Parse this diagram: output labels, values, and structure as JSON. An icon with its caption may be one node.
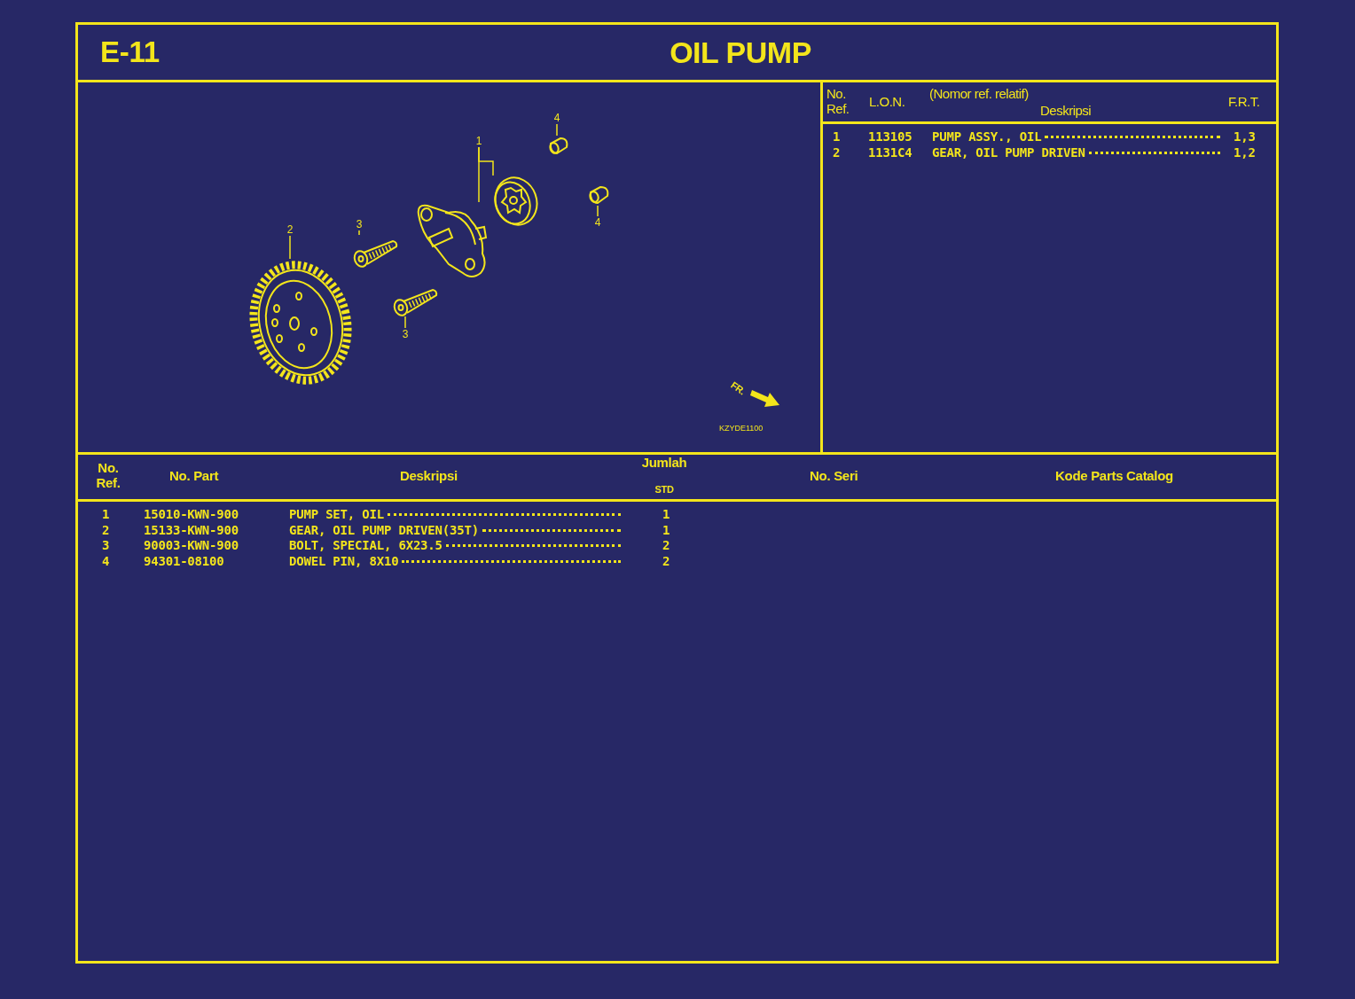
{
  "diagram": {
    "title": "OIL PUMP",
    "nodes": [
      {
        "text": [
          "1"
        ]
      },
      {
        "text": [
          "2"
        ]
      },
      {
        "text": [
          "3"
        ]
      },
      {
        "text": [
          "3"
        ]
      },
      {
        "text": [
          "4"
        ]
      },
      {
        "text": [
          "4"
        ]
      },
      {
        "text": [],
        "shape": "picture"
      },
      {
        "text": [],
        "shape": "picture"
      },
      {
        "text": [],
        "shape": "picture"
      },
      {
        "text": [],
        "shape": "picture"
      },
      {
        "text": [],
        "shape": "picture"
      },
      {
        "text": [],
        "shape": "picture"
      },
      {
        "text": [],
        "shape": "picture"
      }
    ],
    "edges": [
      {
        "from": 0,
        "to": 9,
        "arrow": "none"
      },
      {
        "from": 0,
        "to": 10,
        "arrow": "none"
      },
      {
        "from": 1,
        "to": 6,
        "arrow": "none"
      },
      {
        "from": 2,
        "to": 7,
        "arrow": "none"
      },
      {
        "from": 3,
        "to": 8,
        "arrow": "none"
      },
      {
        "from": 4,
        "to": 11,
        "arrow": "none"
      },
      {
        "from": 5,
        "to": 12,
        "arrow": "none"
      }
    ],
    "labels": [
      "E-11",
      "FR.",
      "KZYDE1100",
      "No. Ref.",
      "L.O.N.",
      "(Nomor ref. relatif)",
      "Deskripsi",
      "F.R.T.",
      "1",
      "113105",
      "PUMP ASSY., OIL",
      "1,3",
      "2",
      "1131C4",
      "GEAR, OIL PUMP DRIVEN",
      "1,2",
      "No. Ref.",
      "No. Part",
      "Deskripsi",
      "Jumlah",
      "STD",
      "No. Seri",
      "Kode Parts Catalog",
      "1",
      "15010-KWN-900",
      "PUMP SET, OIL",
      "1",
      "2",
      "15133-KWN-900",
      "GEAR, OIL PUMP DRIVEN(35T)",
      "1",
      "3",
      "90003-KWN-900",
      "BOLT, SPECIAL, 6X23.5",
      "2",
      "4",
      "94301-08100",
      "DOWEL PIN, 8X10",
      "2"
    ]
  }
}
